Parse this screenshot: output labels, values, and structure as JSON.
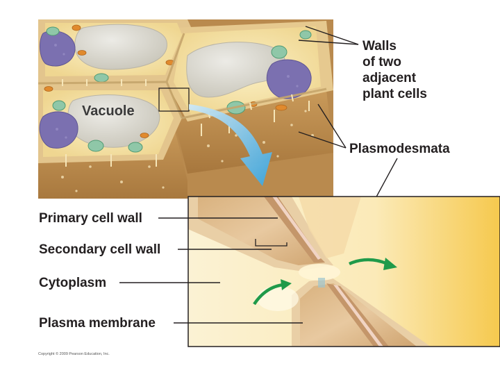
{
  "labels": {
    "walls_line1": "Walls",
    "walls_line2": "of two",
    "walls_line3": "adjacent",
    "walls_line4": "plant cells",
    "vacuole": "Vacuole",
    "plasmodesmata": "Plasmodesmata",
    "primary_wall": "Primary cell wall",
    "secondary_wall": "Secondary cell wall",
    "cytoplasm": "Cytoplasm",
    "plasma_membrane": "Plasma membrane"
  },
  "copyright": "Copyright © 2009 Pearson Education, Inc.",
  "colors": {
    "cell_wall": "#c8a062",
    "cell_wall_dark": "#a77a3c",
    "cytoplasm": "#f7e7a6",
    "vacuole": "#d9d6cc",
    "nucleus": "#7b70b0",
    "chloroplast": "#8fc7a8",
    "mitochondria": "#e08a2e",
    "zoom_arrow": "#57b6e6",
    "flow_arrow": "#1f9a4a"
  }
}
